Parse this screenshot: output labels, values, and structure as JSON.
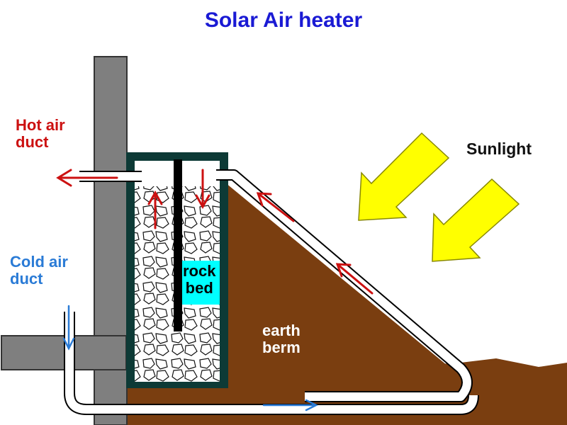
{
  "title": "Solar Air heater",
  "labels": {
    "hot_air": [
      "Hot air",
      "duct"
    ],
    "cold_air": [
      "Cold air",
      "duct"
    ],
    "sunlight": "Sunlight",
    "rock_bed": [
      "rock",
      "bed"
    ],
    "earth_berm": [
      "earth",
      "berm"
    ]
  },
  "colors": {
    "title": "#1a1ad4",
    "hot_air": "#cc1111",
    "cold_air": "#2a7bd6",
    "sunlight_text": "#111111",
    "sun_arrow": "#ffff00",
    "earth": "#7a3e10",
    "wall": "#7f7f7f",
    "duct": "#ffffff",
    "storage_frame": "#0d3a36",
    "rock_bed_highlight": "#00ffff"
  }
}
